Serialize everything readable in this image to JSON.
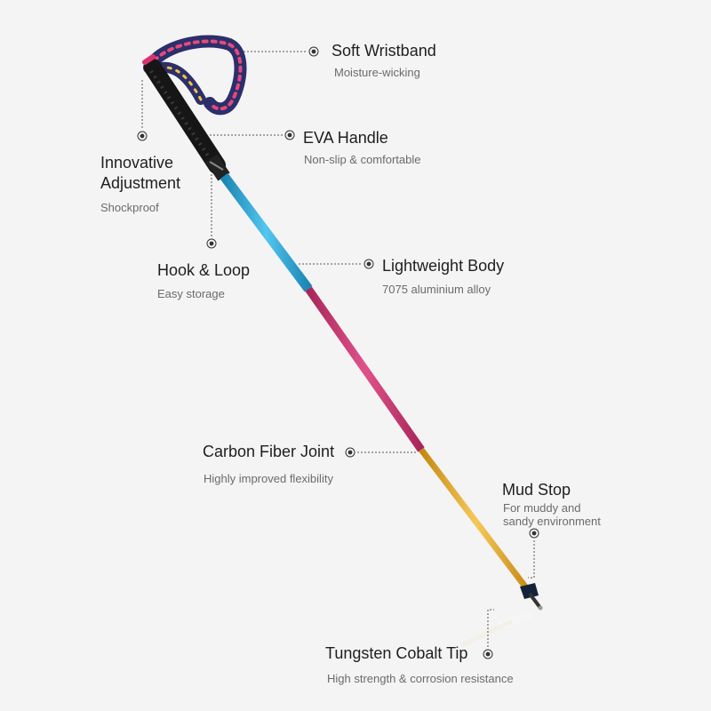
{
  "colors": {
    "background": "#f4f4f4",
    "pole_blue": "#2aa8d4",
    "pole_magenta": "#c8336f",
    "pole_gold": "#e0a62a",
    "grip": "#161616",
    "leader_line": "#555555"
  },
  "features": [
    {
      "id": "soft-wristband",
      "title": "Soft Wristband",
      "subtitle": "Moisture-wicking",
      "marker_icon": "target-dot-icon"
    },
    {
      "id": "eva-handle",
      "title": "EVA Handle",
      "subtitle": "Non-slip & comfortable",
      "marker_icon": "target-dot-icon"
    },
    {
      "id": "innovative-adjustment",
      "title": "Innovative\nAdjustment",
      "subtitle": "Shockproof",
      "marker_icon": "target-dot-icon"
    },
    {
      "id": "hook-loop",
      "title": "Hook & Loop",
      "subtitle": "Easy storage",
      "marker_icon": "target-dot-icon"
    },
    {
      "id": "lightweight-body",
      "title": "Lightweight Body",
      "subtitle": "7075 aluminium alloy",
      "marker_icon": "target-dot-icon"
    },
    {
      "id": "carbon-fiber-joint",
      "title": "Carbon Fiber Joint",
      "subtitle": "Highly improved flexibility",
      "marker_icon": "target-dot-icon"
    },
    {
      "id": "mud-stop",
      "title": "Mud Stop",
      "subtitle": "For muddy and\nsandy environment",
      "marker_icon": "target-dot-icon"
    },
    {
      "id": "tungsten-cobalt-tip",
      "title": "Tungsten Cobalt Tip",
      "subtitle": "High strength & corrosion resistance",
      "marker_icon": "target-dot-icon"
    }
  ]
}
